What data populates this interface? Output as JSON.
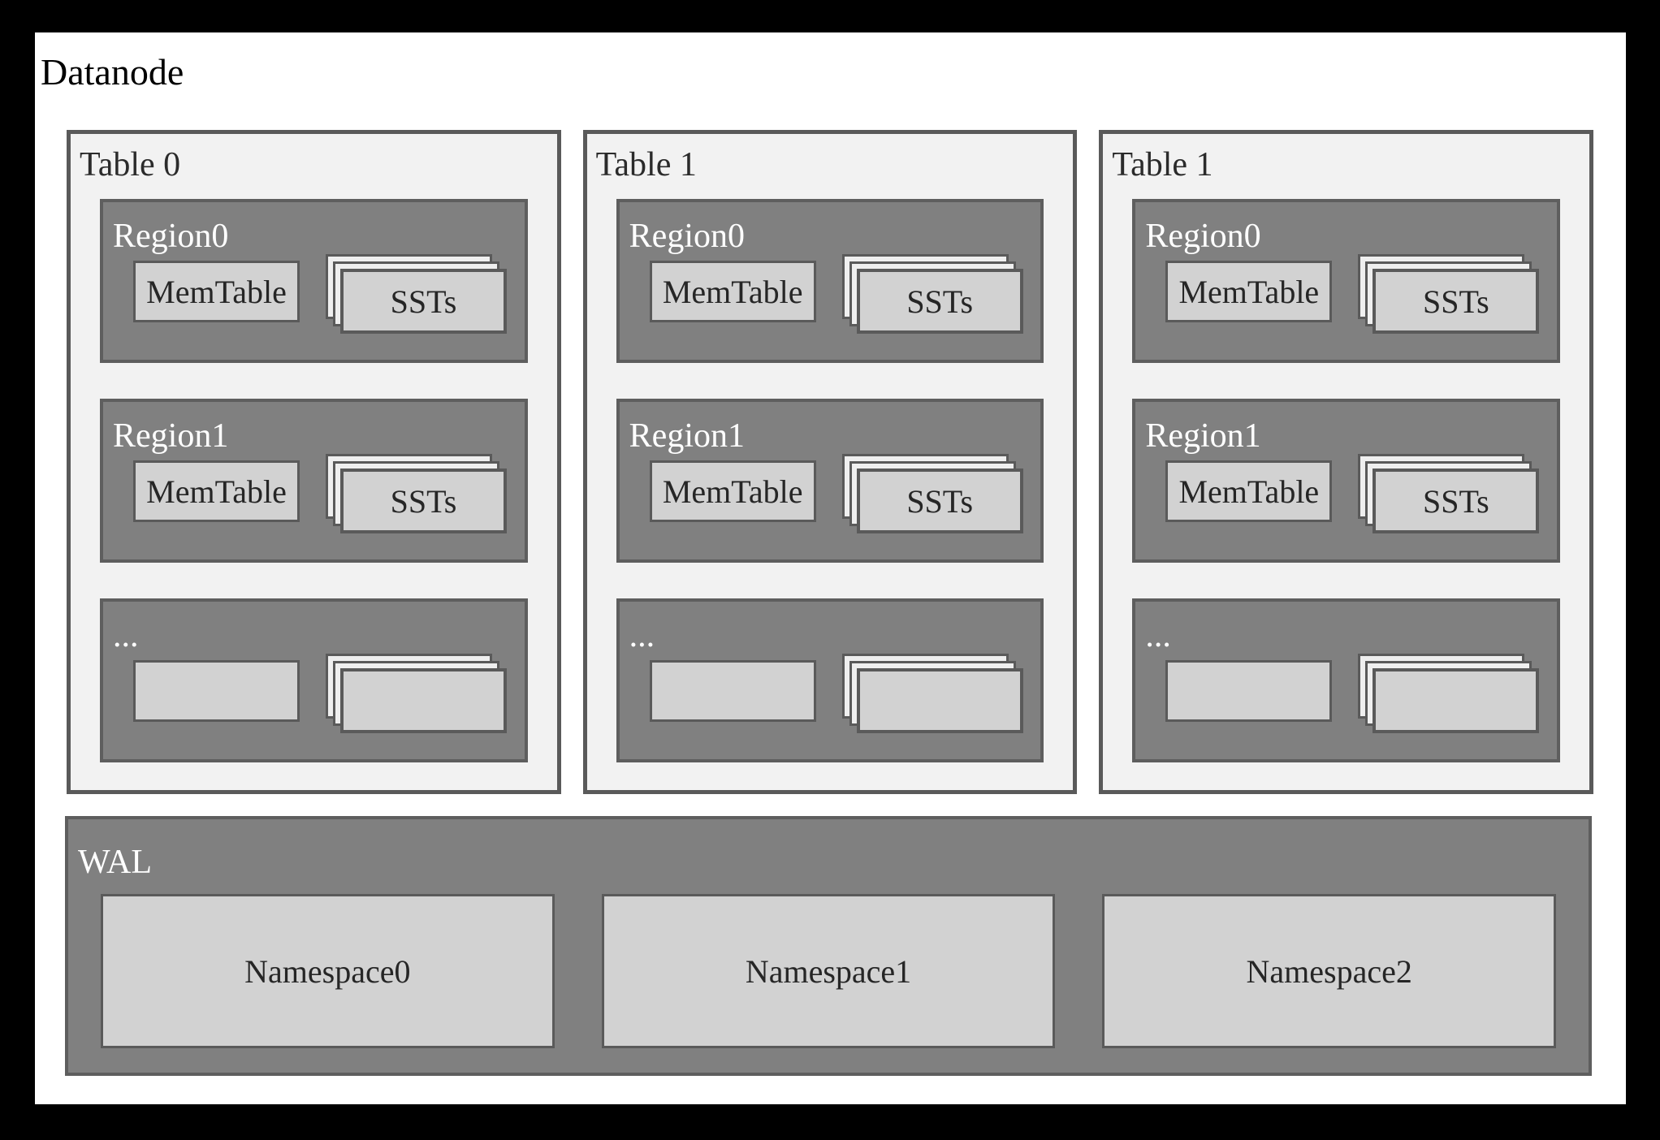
{
  "title": "Datanode",
  "colors": {
    "frame_bg": "#000000",
    "panel_bg": "#ffffff",
    "table_bg": "#f2f2f2",
    "region_bg": "#808080",
    "wal_bg": "#808080",
    "border_dark": "#5a5a5a",
    "light_box": "#d2d2d2",
    "back_card": "#efefef",
    "text_dark": "#262626",
    "text_light": "#ffffff"
  },
  "tables": [
    {
      "label": "Table 0",
      "regions": [
        {
          "label": "Region0",
          "memtable": "MemTable",
          "ssts": "SSTs"
        },
        {
          "label": "Region1",
          "memtable": "MemTable",
          "ssts": "SSTs"
        },
        {
          "label": "...",
          "memtable": "",
          "ssts": ""
        }
      ]
    },
    {
      "label": "Table 1",
      "regions": [
        {
          "label": "Region0",
          "memtable": "MemTable",
          "ssts": "SSTs"
        },
        {
          "label": "Region1",
          "memtable": "MemTable",
          "ssts": "SSTs"
        },
        {
          "label": "...",
          "memtable": "",
          "ssts": ""
        }
      ]
    },
    {
      "label": "Table 1",
      "regions": [
        {
          "label": "Region0",
          "memtable": "MemTable",
          "ssts": "SSTs"
        },
        {
          "label": "Region1",
          "memtable": "MemTable",
          "ssts": "SSTs"
        },
        {
          "label": "...",
          "memtable": "",
          "ssts": ""
        }
      ]
    }
  ],
  "wal": {
    "label": "WAL",
    "namespaces": [
      "Namespace0",
      "Namespace1",
      "Namespace2"
    ]
  }
}
